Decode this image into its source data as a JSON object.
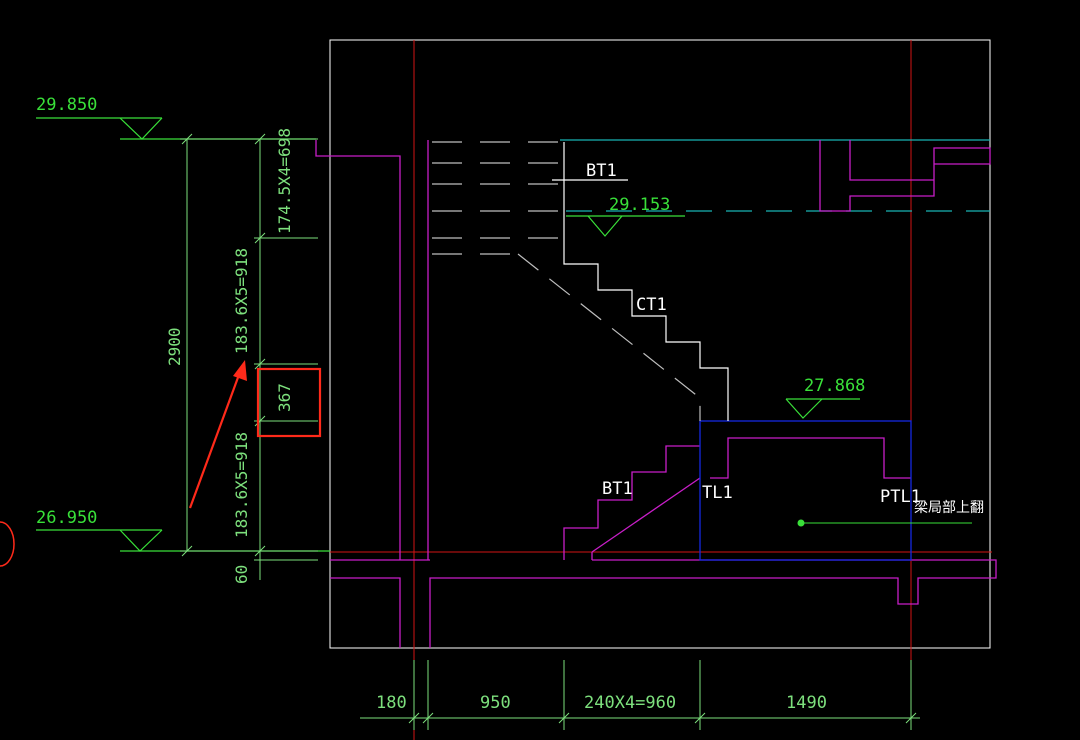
{
  "colors": {
    "background": "#000000",
    "border": "#ffffff",
    "axis": "#d21414",
    "wall": "#c81ec8",
    "dimension": "#7de07d",
    "level": "#39e039",
    "cyan": "#18b4b4",
    "stair": "#ffffff",
    "hidden": "#bebebe",
    "beam_outline": "#1428e0",
    "highlight": "#ff2a1a"
  },
  "elevations": {
    "top": "29.850",
    "bottom": "26.950",
    "landing_upper": "29.153",
    "landing_lower": "27.868"
  },
  "vertical_dimensions": {
    "total": "2900",
    "upper_flight": "174.5X4=698",
    "middle_flight": "183.6X5=918",
    "highlighted_gap": "367",
    "lower_flight": "183.6X5=918",
    "slab": "60"
  },
  "horizontal_dimensions": {
    "wall": "180",
    "landing_width": "950",
    "treads": "240X4=960",
    "platform": "1490"
  },
  "member_labels": {
    "upper_stair": "BT1",
    "middle_stair": "CT1",
    "lower_stair": "BT1",
    "beam_tl": "TL1",
    "beam_ptl": "PTL1",
    "note": "梁局部上翻"
  }
}
